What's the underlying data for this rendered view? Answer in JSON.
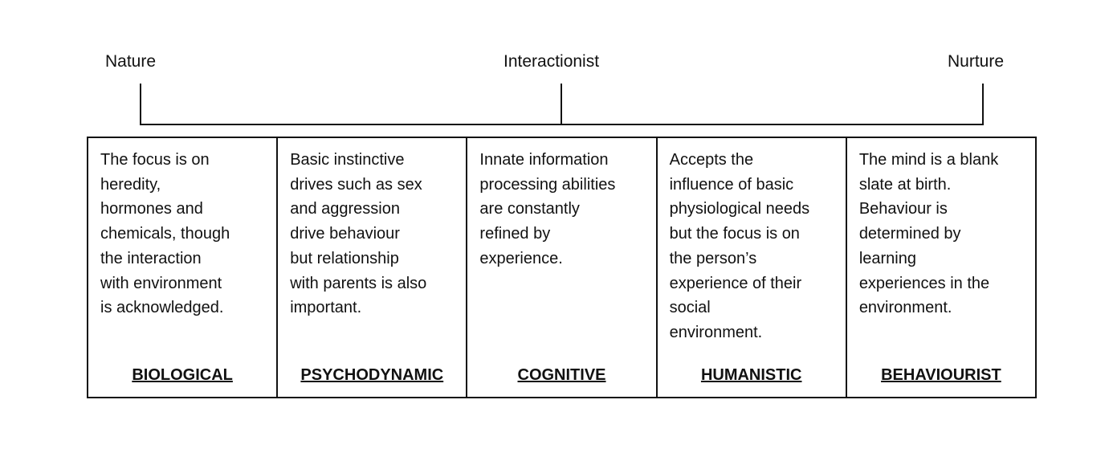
{
  "scale": {
    "left_label": "Nature",
    "center_label": "Interactionist",
    "right_label": "Nurture"
  },
  "approaches": [
    {
      "name": "BIOLOGICAL",
      "description": "The focus is on\nheredity,\nhormones and\nchemicals, though\nthe interaction\nwith environment\nis acknowledged."
    },
    {
      "name": "PSYCHODYNAMIC",
      "description": "Basic instinctive\ndrives such as sex\nand aggression\ndrive behaviour\nbut relationship\nwith parents is also\nimportant."
    },
    {
      "name": "COGNITIVE",
      "description": "Innate information\nprocessing abilities\nare constantly\nrefined by\nexperience."
    },
    {
      "name": "HUMANISTIC",
      "description": "Accepts the\ninfluence of basic\nphysiological needs\nbut the focus is on\nthe person’s\nexperience of their\nsocial\nenvironment."
    },
    {
      "name": "BEHAVIOURIST",
      "description": "The mind is a blank\nslate at birth.\nBehaviour is\ndetermined by\nlearning\nexperiences in the\nenvironment."
    }
  ]
}
